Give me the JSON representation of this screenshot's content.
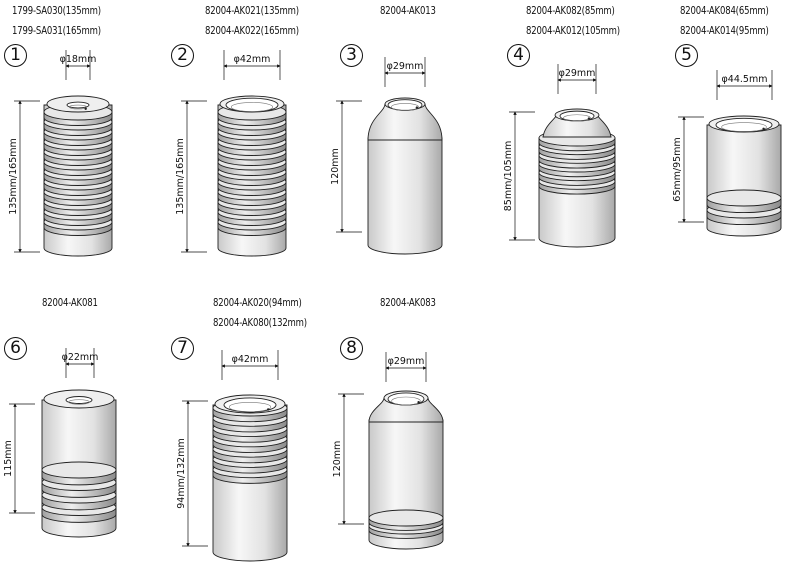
{
  "items": [
    {
      "num": "1",
      "codes": [
        "1799-SA030(135mm)",
        "1799-SA031(165mm)"
      ],
      "diameter": "φ18mm",
      "height": "135mm/165mm"
    },
    {
      "num": "2",
      "codes": [
        "82004-AK021(135mm)",
        "82004-AK022(165mm)"
      ],
      "diameter": "φ42mm",
      "height": "135mm/165mm"
    },
    {
      "num": "3",
      "codes": [
        "82004-AK013"
      ],
      "diameter": "φ29mm",
      "height": "120mm"
    },
    {
      "num": "4",
      "codes": [
        "82004-AK082(85mm)",
        "82004-AK012(105mm)"
      ],
      "diameter": "φ29mm",
      "height": "85mm/105mm"
    },
    {
      "num": "5",
      "codes": [
        "82004-AK084(65mm)",
        "82004-AK014(95mm)"
      ],
      "diameter": "φ44.5mm",
      "height": "65mm/95mm"
    },
    {
      "num": "6",
      "codes": [
        "82004-AK081"
      ],
      "diameter": "φ22mm",
      "height": "115mm"
    },
    {
      "num": "7",
      "codes": [
        "82004-AK020(94mm)",
        "82004-AK080(132mm)"
      ],
      "diameter": "φ42mm",
      "height": "94mm/132mm"
    },
    {
      "num": "8",
      "codes": [
        "82004-AK083"
      ],
      "diameter": "φ29mm",
      "height": "120mm"
    }
  ]
}
